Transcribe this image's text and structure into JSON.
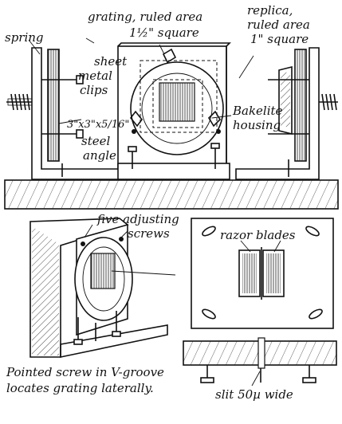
{
  "labels": {
    "spring": "spring",
    "grating_line1": "grating, ruled area",
    "grating_line2": "1½\" square",
    "replica_line1": "replica,",
    "replica_line2": "ruled area",
    "replica_line3": "1\" square",
    "clips_line1": "sheet",
    "clips_line2": "metal",
    "clips_line3": "clips",
    "bakelite_line1": "Bakelite",
    "bakelite_line2": "housing",
    "angle_line1": "3\"x3\"x5/16\"",
    "angle_line2": "steel",
    "angle_line3": "angle",
    "screws_line1": "five adjusting",
    "screws_line2": "screws",
    "razor": "razor blades",
    "caption_line1": "Pointed screw in V-groove",
    "caption_line2": "locates grating laterally.",
    "slit": "slit 50µ wide"
  },
  "icons": {
    "spring": "coil-spring-icon",
    "screw": "screw-icon",
    "razor": "razor-blade-icon"
  }
}
